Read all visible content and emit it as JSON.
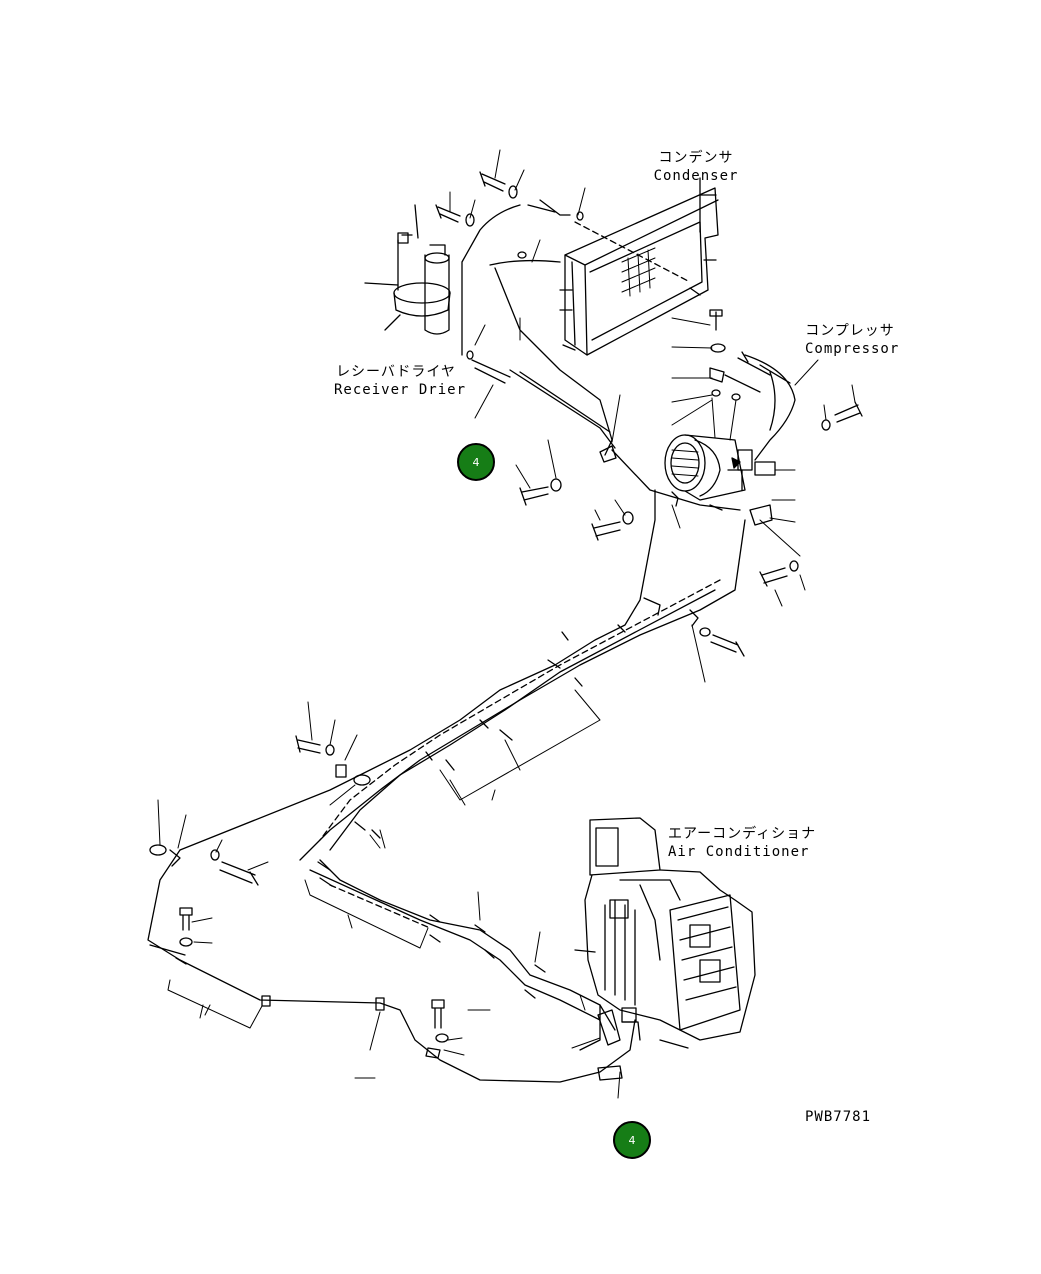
{
  "labels": {
    "condenser_jp": "コンデンサ",
    "condenser_en": "Condenser",
    "compressor_jp": "コンプレッサ",
    "compressor_en": "Compressor",
    "receiver_jp": "レシーバドライヤ",
    "receiver_en": "Receiver Drier",
    "aircon_jp": "エアーコンディショナ",
    "aircon_en": "Air Conditioner",
    "drawing_code": "PWB7781"
  },
  "callouts": [
    {
      "number": "4"
    },
    {
      "number": "4"
    }
  ],
  "colors": {
    "callout_fill": "#167d16",
    "line": "#000000",
    "background": "#ffffff"
  }
}
